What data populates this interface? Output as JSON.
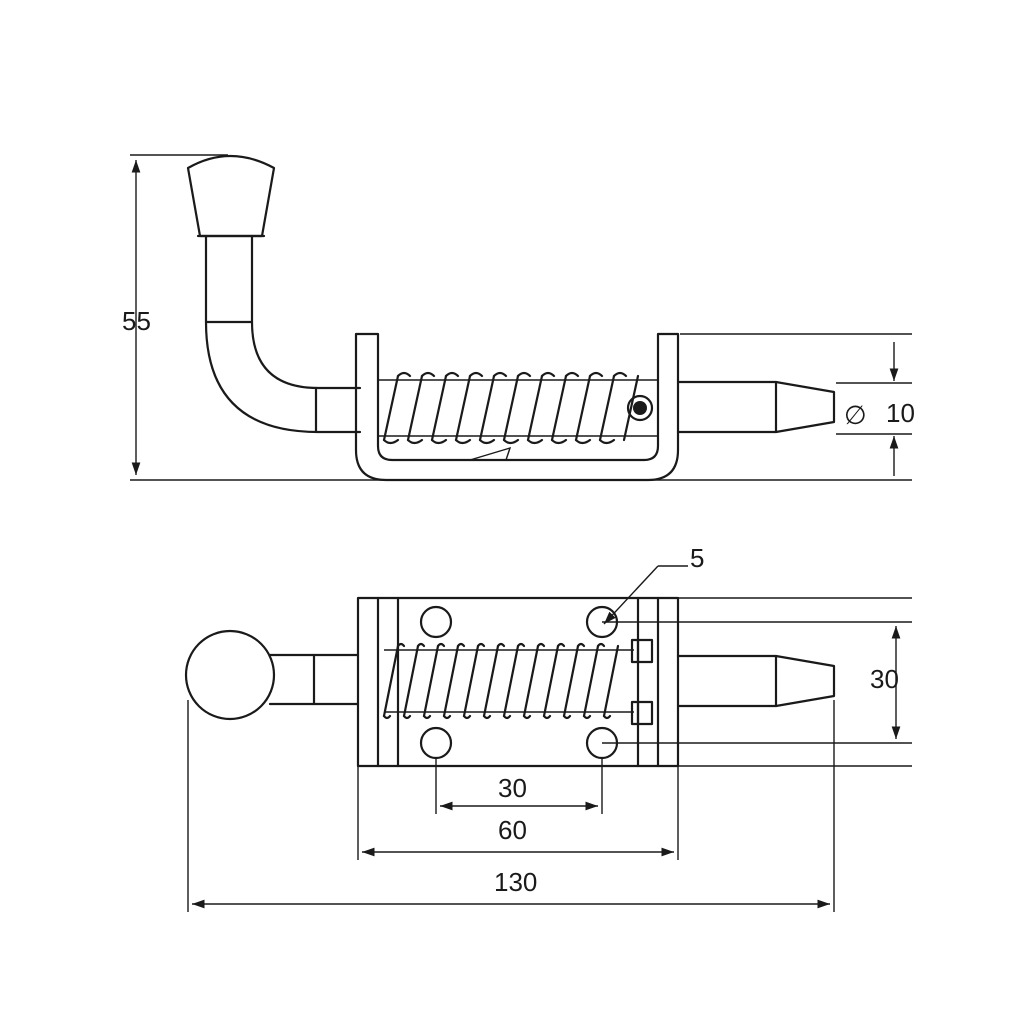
{
  "dimensions": {
    "height_total": "55",
    "pin_diameter_symbol": "∅",
    "pin_diameter": "10",
    "hole_diameter": "5",
    "hole_vertical_spacing": "30",
    "hole_horizontal_spacing": "30",
    "body_length": "60",
    "overall_length": "130"
  }
}
